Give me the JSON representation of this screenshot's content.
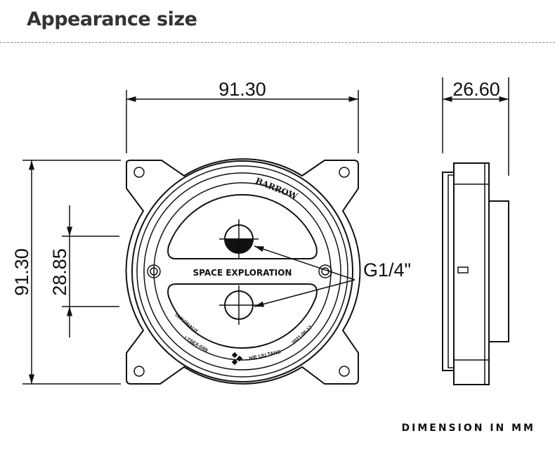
{
  "title": "Appearance size",
  "dimensions": {
    "width": "91.30",
    "height": "91.30",
    "port_spacing": "28.85",
    "depth": "26.60",
    "thread": "G1/4\""
  },
  "device_text": {
    "brand": "BARROW",
    "band": "SPACE EXPLORATION",
    "model_left": "TAIKONAUT",
    "model_code": "LTSEX-04N",
    "maker": "NIE LIU TANG",
    "date": "2021-06-17"
  },
  "footer": "DIMENSION IN MM"
}
